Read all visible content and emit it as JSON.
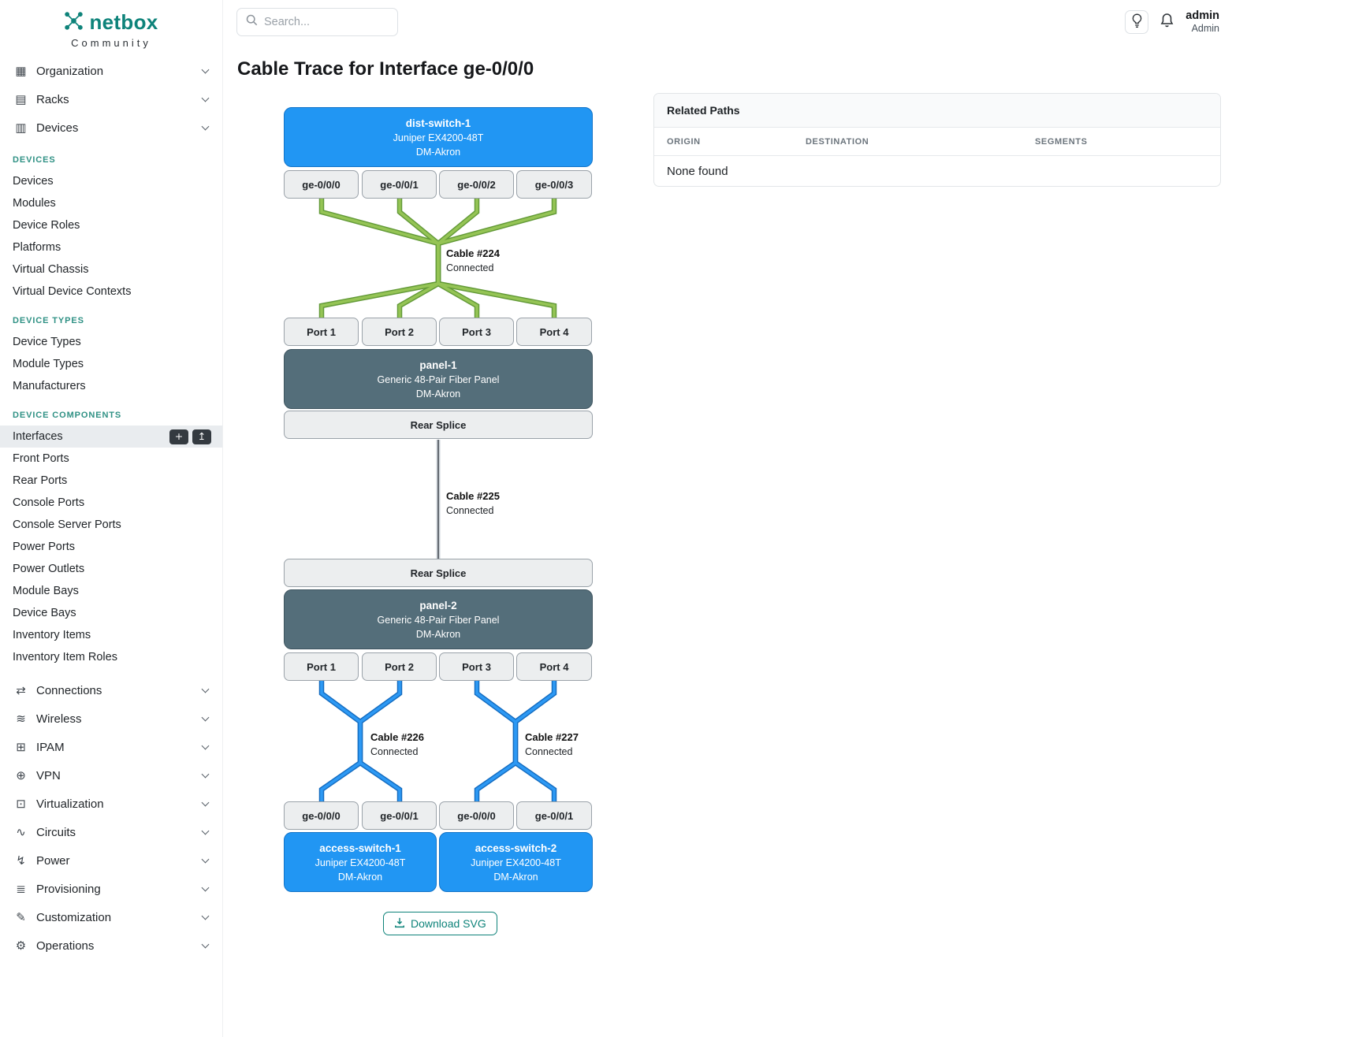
{
  "brand": {
    "name": "netbox",
    "subtitle": "Community"
  },
  "topbar": {
    "search_placeholder": "Search...",
    "user_name": "admin",
    "user_role": "Admin"
  },
  "sidebar": {
    "top_items": [
      {
        "icon": "▦",
        "label": "Organization"
      },
      {
        "icon": "▤",
        "label": "Racks"
      },
      {
        "icon": "▥",
        "label": "Devices"
      }
    ],
    "sections": [
      {
        "label": "DEVICES",
        "items": [
          "Devices",
          "Modules",
          "Device Roles",
          "Platforms",
          "Virtual Chassis",
          "Virtual Device Contexts"
        ]
      },
      {
        "label": "DEVICE TYPES",
        "items": [
          "Device Types",
          "Module Types",
          "Manufacturers"
        ]
      },
      {
        "label": "DEVICE COMPONENTS",
        "items": [
          "Interfaces",
          "Front Ports",
          "Rear Ports",
          "Console Ports",
          "Console Server Ports",
          "Power Ports",
          "Power Outlets",
          "Module Bays",
          "Device Bays",
          "Inventory Items",
          "Inventory Item Roles"
        ]
      }
    ],
    "active_item": "Interfaces",
    "action_icons": {
      "add": "+",
      "import": "↥"
    },
    "bottom_items": [
      {
        "icon": "⇄",
        "label": "Connections"
      },
      {
        "icon": "≋",
        "label": "Wireless"
      },
      {
        "icon": "⊞",
        "label": "IPAM"
      },
      {
        "icon": "⊕",
        "label": "VPN"
      },
      {
        "icon": "⊡",
        "label": "Virtualization"
      },
      {
        "icon": "∿",
        "label": "Circuits"
      },
      {
        "icon": "↯",
        "label": "Power"
      },
      {
        "icon": "≣",
        "label": "Provisioning"
      },
      {
        "icon": "✎",
        "label": "Customization"
      },
      {
        "icon": "⚙",
        "label": "Operations"
      }
    ]
  },
  "page": {
    "title": "Cable Trace for Interface ge-0/0/0"
  },
  "trace": {
    "top_device": {
      "name": "dist-switch-1",
      "model": "Juniper EX4200-48T",
      "site": "DM-Akron",
      "interfaces": [
        "ge-0/0/0",
        "ge-0/0/1",
        "ge-0/0/2",
        "ge-0/0/3"
      ]
    },
    "cables": {
      "c224": {
        "label": "Cable #224",
        "status": "Connected"
      },
      "c225": {
        "label": "Cable #225",
        "status": "Connected"
      },
      "c226": {
        "label": "Cable #226",
        "status": "Connected"
      },
      "c227": {
        "label": "Cable #227",
        "status": "Connected"
      }
    },
    "panel1": {
      "name": "panel-1",
      "model": "Generic 48-Pair Fiber Panel",
      "site": "DM-Akron",
      "ports": [
        "Port 1",
        "Port 2",
        "Port 3",
        "Port 4"
      ],
      "rear_port": "Rear Splice"
    },
    "panel2": {
      "name": "panel-2",
      "model": "Generic 48-Pair Fiber Panel",
      "site": "DM-Akron",
      "rear_port": "Rear Splice",
      "ports": [
        "Port 1",
        "Port 2",
        "Port 3",
        "Port 4"
      ]
    },
    "access1": {
      "name": "access-switch-1",
      "model": "Juniper EX4200-48T",
      "site": "DM-Akron",
      "interfaces": [
        "ge-0/0/0",
        "ge-0/0/1"
      ]
    },
    "access2": {
      "name": "access-switch-2",
      "model": "Juniper EX4200-48T",
      "site": "DM-Akron",
      "interfaces": [
        "ge-0/0/0",
        "ge-0/0/1"
      ]
    },
    "download_label": "Download SVG"
  },
  "related_paths": {
    "title": "Related Paths",
    "columns": [
      "ORIGIN",
      "DESTINATION",
      "SEGMENTS"
    ],
    "empty_text": "None found"
  },
  "colors": {
    "accent_teal": "#0e837a",
    "device_blue": "#2196f3",
    "panel_slate": "#546e7a",
    "cable_green": "#95c455",
    "cable_blue": "#2d99f4",
    "cable_gray": "#495057"
  }
}
